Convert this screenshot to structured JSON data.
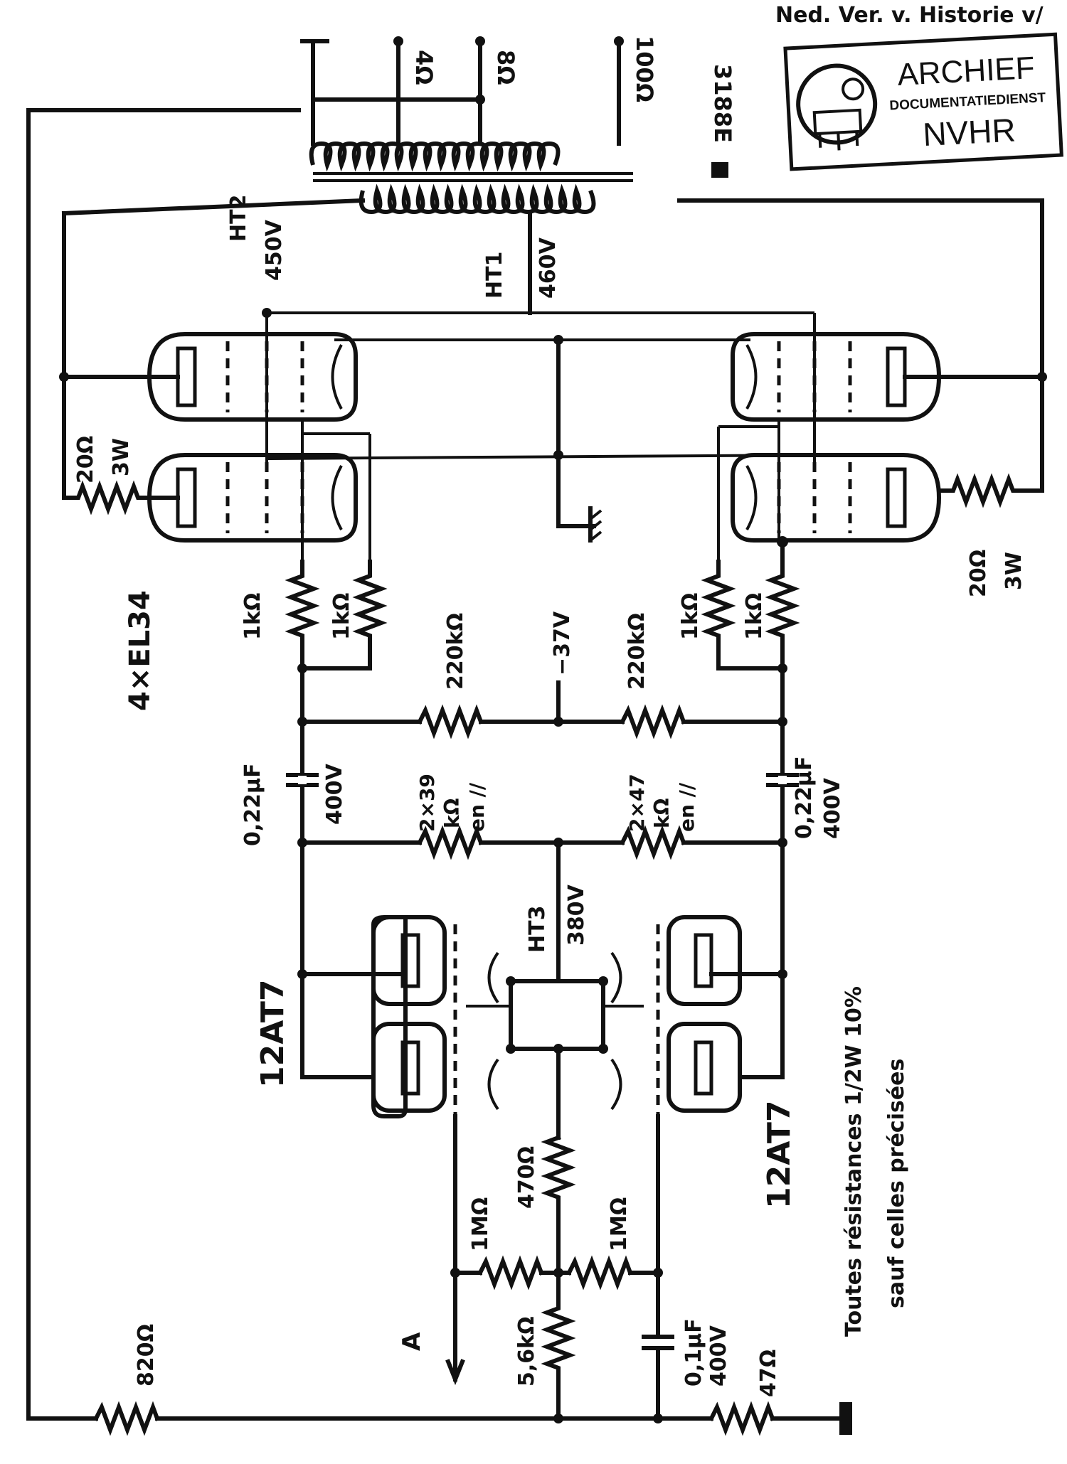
{
  "header": {
    "society": "Ned. Ver. v. Historie v/"
  },
  "stamp": {
    "line1": "ARCHIEF",
    "line2": "DOCUMENTATIEDIENST",
    "line3": "NVHR"
  },
  "transformer": {
    "part_number": "3188E",
    "taps": [
      "4Ω",
      "8Ω",
      "100Ω"
    ],
    "ht1_label": "HT1",
    "ht1_voltage": "460V",
    "ht2_label": "HT2",
    "ht2_voltage": "450V"
  },
  "output_stage": {
    "tube_label": "4×EL34",
    "screen_left_value": "20Ω",
    "screen_left_power": "3W",
    "screen_right_value": "20Ω",
    "screen_right_power": "3W",
    "grid_stopper_1": "1kΩ",
    "grid_stopper_2": "1kΩ",
    "grid_stopper_3": "1kΩ",
    "grid_stopper_4": "1kΩ"
  },
  "bias": {
    "voltage": "−37V",
    "left_res": "220kΩ",
    "right_res": "220kΩ"
  },
  "coupling": {
    "left_cap_value": "0,22µF",
    "left_cap_voltage": "400V",
    "right_cap_value": "0,22µF",
    "right_cap_voltage": "400V",
    "left_load_l1": "2×39",
    "left_load_l2": "kΩ",
    "left_load_l3": "en //",
    "right_load_l1": "2×47",
    "right_load_l2": "kΩ",
    "right_load_l3": "en //"
  },
  "driver_stage": {
    "ht3_label": "HT3",
    "ht3_voltage": "380V",
    "tube_left": "12AT7",
    "tube_right": "12AT7"
  },
  "input_stage": {
    "grid_res_left": "1MΩ",
    "cathode_res": "470Ω",
    "grid_res_right": "1MΩ",
    "tail_res": "5,6kΩ",
    "cap_value": "0,1µF",
    "cap_voltage": "400V",
    "input_label": "A",
    "feedback_res": "820Ω",
    "ground_res": "47Ω"
  },
  "notes": {
    "line1": "Toutes résistances 1/2W 10%",
    "line2": "sauf celles précisées"
  }
}
